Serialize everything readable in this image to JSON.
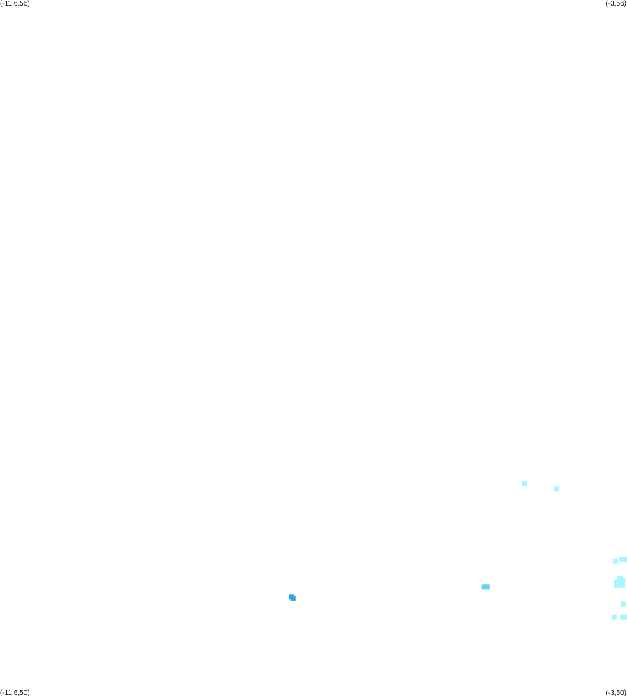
{
  "corners": {
    "top_left": "(-11.6,56)",
    "top_right": "(-3,56)",
    "bottom_left": "(-11.6,50)",
    "bottom_right": "(-3,50)"
  },
  "extent": {
    "lon_min": -11.6,
    "lon_max": -3,
    "lat_min": 50,
    "lat_max": 56
  },
  "colors": {
    "light": "#a8f4ff",
    "medium": "#5fd3f3",
    "dark": "#2ba6e0"
  },
  "points": [
    {
      "lon": -4.41,
      "lat": 51.84,
      "shade": "light"
    },
    {
      "lon": -3.96,
      "lat": 51.79,
      "shade": "light"
    },
    {
      "lon": -3.16,
      "lat": 51.17,
      "shade": "light"
    },
    {
      "lon": -3.08,
      "lat": 51.18,
      "shade": "light"
    },
    {
      "lon": -3.03,
      "lat": 51.18,
      "shade": "light"
    },
    {
      "lon": -3.11,
      "lat": 51.02,
      "shade": "light"
    },
    {
      "lon": -3.09,
      "lat": 51.02,
      "shade": "light"
    },
    {
      "lon": -3.1,
      "lat": 51.0,
      "shade": "light"
    },
    {
      "lon": -3.06,
      "lat": 51.0,
      "shade": "light"
    },
    {
      "lon": -3.14,
      "lat": 50.99,
      "shade": "light"
    },
    {
      "lon": -3.12,
      "lat": 50.98,
      "shade": "light"
    },
    {
      "lon": -3.08,
      "lat": 50.98,
      "shade": "light"
    },
    {
      "lon": -3.14,
      "lat": 50.96,
      "shade": "light"
    },
    {
      "lon": -3.1,
      "lat": 50.96,
      "shade": "light"
    },
    {
      "lon": -3.06,
      "lat": 50.96,
      "shade": "light"
    },
    {
      "lon": -3.05,
      "lat": 50.8,
      "shade": "light"
    },
    {
      "lon": -3.18,
      "lat": 50.69,
      "shade": "light"
    },
    {
      "lon": -3.06,
      "lat": 50.69,
      "shade": "light"
    },
    {
      "lon": -3.02,
      "lat": 50.69,
      "shade": "light"
    },
    {
      "lon": -4.96,
      "lat": 50.95,
      "shade": "medium"
    },
    {
      "lon": -4.92,
      "lat": 50.95,
      "shade": "medium"
    },
    {
      "lon": -7.6,
      "lat": 50.86,
      "shade": "dark"
    },
    {
      "lon": -7.58,
      "lat": 50.85,
      "shade": "dark"
    }
  ]
}
